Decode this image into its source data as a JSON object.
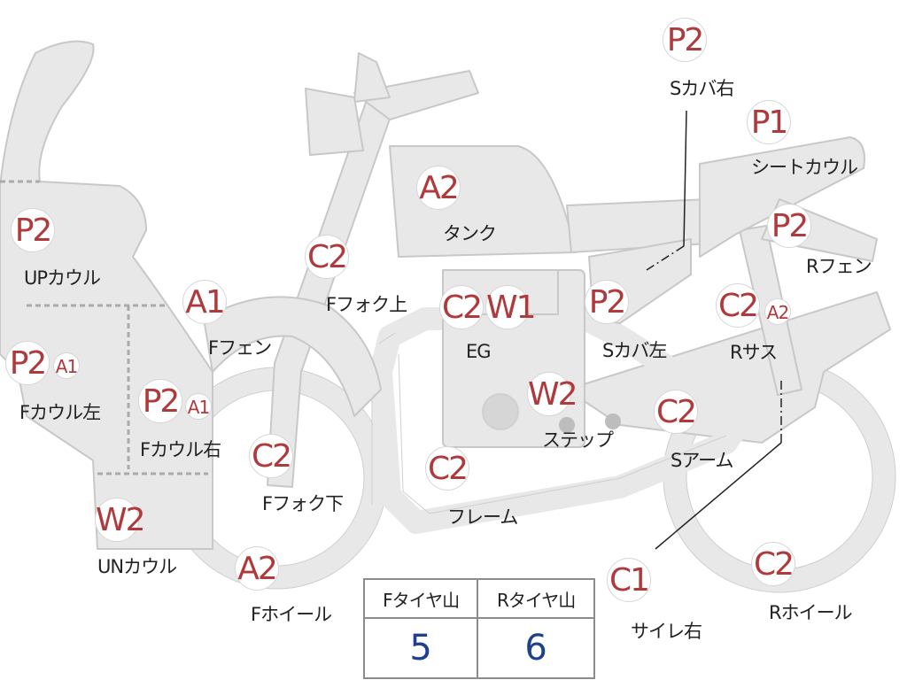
{
  "parts": [
    {
      "id": "up-cowl",
      "label": "UPカウル",
      "codes": [
        "P2"
      ]
    },
    {
      "id": "f-cowl-left",
      "label": "Fカウル左",
      "codes": [
        "P2",
        "A1"
      ]
    },
    {
      "id": "f-cowl-right",
      "label": "Fカウル右",
      "codes": [
        "P2",
        "A1"
      ]
    },
    {
      "id": "un-cowl",
      "label": "UNカウル",
      "codes": [
        "W2"
      ]
    },
    {
      "id": "f-fender",
      "label": "Fフェン",
      "codes": [
        "A1"
      ]
    },
    {
      "id": "f-fork-upper",
      "label": "Fフォク上",
      "codes": [
        "C2"
      ]
    },
    {
      "id": "f-fork-lower",
      "label": "Fフォク下",
      "codes": [
        "C2"
      ]
    },
    {
      "id": "f-wheel",
      "label": "Fホイール",
      "codes": [
        "A2"
      ]
    },
    {
      "id": "tank",
      "label": "タンク",
      "codes": [
        "A2"
      ]
    },
    {
      "id": "eg",
      "label": "EG",
      "codes": [
        "C2",
        "W1"
      ]
    },
    {
      "id": "step",
      "label": "ステップ",
      "codes": [
        "W2"
      ]
    },
    {
      "id": "frame",
      "label": "フレーム",
      "codes": [
        "C2"
      ]
    },
    {
      "id": "s-cover-left",
      "label": "Sカバ左",
      "codes": [
        "P2"
      ]
    },
    {
      "id": "s-cover-right",
      "label": "Sカバ右",
      "codes": [
        "P2"
      ]
    },
    {
      "id": "seat-cowl",
      "label": "シートカウル",
      "codes": [
        "P1"
      ]
    },
    {
      "id": "r-fender",
      "label": "Rフェン",
      "codes": [
        "P2"
      ]
    },
    {
      "id": "r-sus",
      "label": "Rサス",
      "codes": [
        "C2",
        "A2"
      ]
    },
    {
      "id": "s-arm",
      "label": "Sアーム",
      "codes": [
        "C2"
      ]
    },
    {
      "id": "silencer-right",
      "label": "サイレ右",
      "codes": [
        "C1"
      ]
    },
    {
      "id": "r-wheel",
      "label": "Rホイール",
      "codes": [
        "C2"
      ]
    }
  ],
  "tires": {
    "headers": [
      "Fタイヤ山",
      "Rタイヤ山"
    ],
    "values": [
      "5",
      "6"
    ]
  },
  "colors": {
    "part_fill": "#e8e8e8",
    "part_stroke": "#c8c8c8",
    "code_text": "#b0393b",
    "tire_value": "#1f3f8f"
  }
}
